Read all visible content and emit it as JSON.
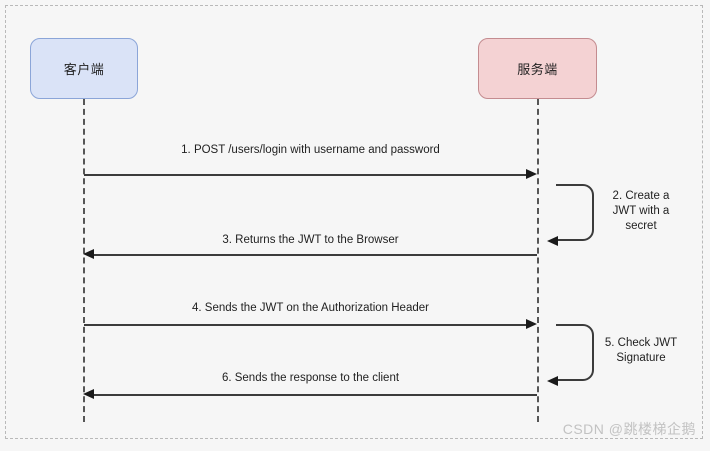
{
  "diagram": {
    "type": "sequence-diagram",
    "background_color": "#f6f6f6",
    "frame_border_color": "#b9b9b9",
    "participants": [
      {
        "id": "client",
        "label": "客户端",
        "fill": "#dae3f7",
        "stroke": "#8ba5d8"
      },
      {
        "id": "server",
        "label": "服务端",
        "fill": "#f4d2d3",
        "stroke": "#c48c90"
      }
    ],
    "messages": [
      {
        "number": "1",
        "label": "1. POST /users/login with username and password",
        "from": "client",
        "to": "server",
        "direction": "right"
      },
      {
        "number": "2",
        "label": "2. Create a JWT with a secret",
        "label_lines": [
          "2. Create a",
          "JWT with a",
          "secret"
        ],
        "from": "server",
        "to": "server",
        "direction": "self"
      },
      {
        "number": "3",
        "label": "3. Returns the JWT to the Browser",
        "from": "server",
        "to": "client",
        "direction": "left"
      },
      {
        "number": "4",
        "label": "4. Sends the JWT on the Authorization Header",
        "from": "client",
        "to": "server",
        "direction": "right"
      },
      {
        "number": "5",
        "label": "5. Check JWT Signature",
        "label_lines": [
          "5. Check JWT",
          "Signature"
        ],
        "from": "server",
        "to": "server",
        "direction": "self"
      },
      {
        "number": "6",
        "label": "6. Sends the response to the client",
        "from": "server",
        "to": "client",
        "direction": "left"
      }
    ]
  },
  "watermark": {
    "text": "CSDN @跳楼梯企鹅"
  }
}
